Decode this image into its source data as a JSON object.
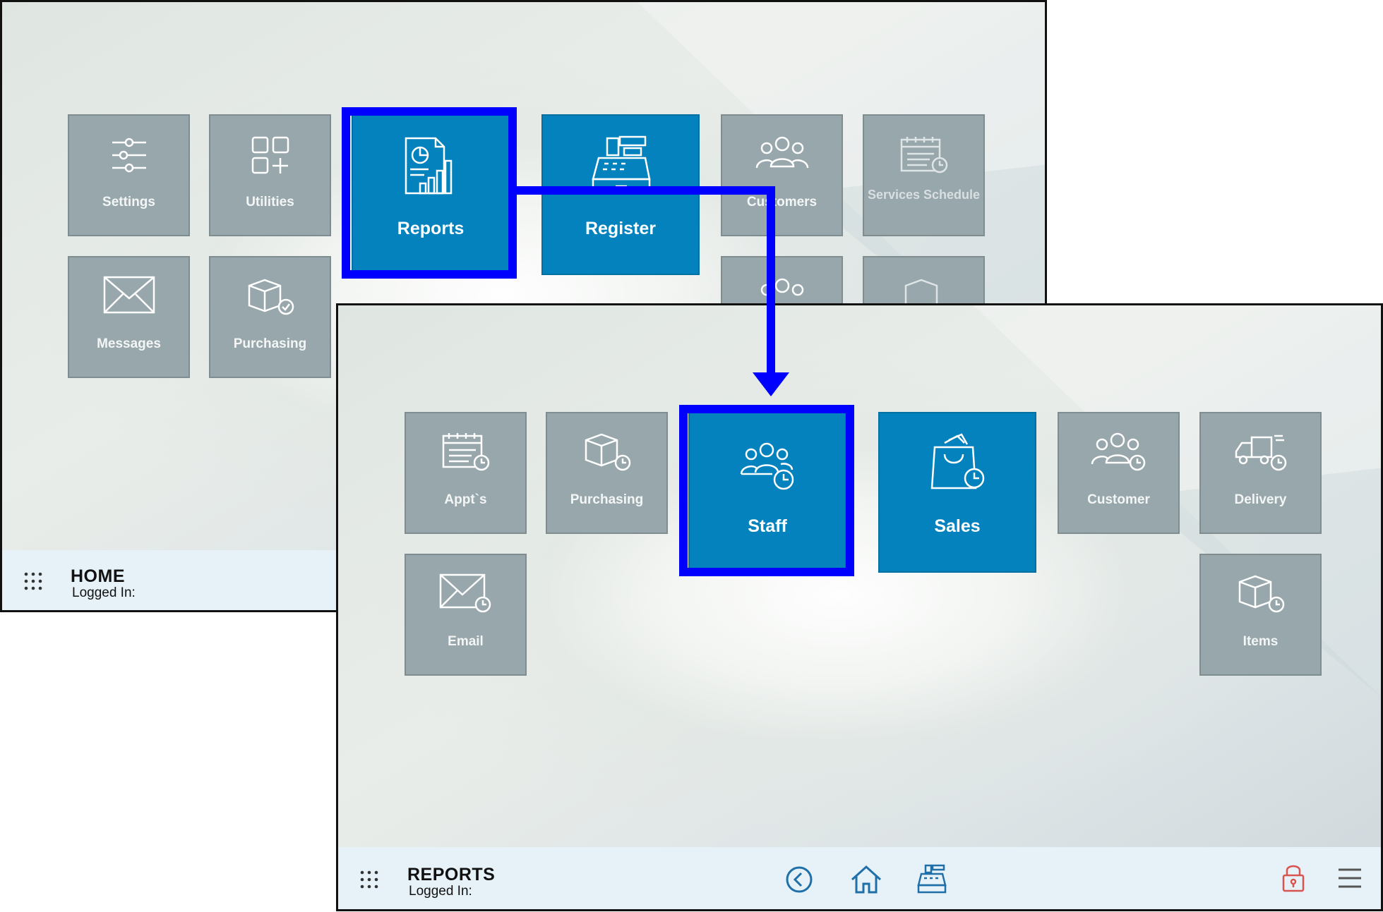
{
  "home_screen": {
    "title": "HOME",
    "logged_in": "Logged In:",
    "tiles": [
      {
        "label": "Settings",
        "icon": "sliders-icon"
      },
      {
        "label": "Utilities",
        "icon": "apps-plus-icon"
      },
      {
        "label": "Reports",
        "icon": "report-chart-icon"
      },
      {
        "label": "Register",
        "icon": "cash-register-icon"
      },
      {
        "label": "Customers",
        "icon": "people-group-icon"
      },
      {
        "label": "Services Schedule",
        "icon": "calendar-clock-icon"
      },
      {
        "label": "Messages",
        "icon": "envelope-icon"
      },
      {
        "label": "Purchasing",
        "icon": "box-check-icon"
      }
    ],
    "selected": "Reports"
  },
  "reports_screen": {
    "title": "REPORTS",
    "logged_in": "Logged In:",
    "tiles": [
      {
        "label": "Appt`s",
        "icon": "calendar-clock-icon"
      },
      {
        "label": "Purchasing",
        "icon": "box-clock-icon"
      },
      {
        "label": "Staff",
        "icon": "staff-clock-icon"
      },
      {
        "label": "Sales",
        "icon": "shopping-bag-clock-icon"
      },
      {
        "label": "Customer",
        "icon": "people-clock-icon"
      },
      {
        "label": "Delivery",
        "icon": "truck-clock-icon"
      },
      {
        "label": "Email",
        "icon": "envelope-clock-icon"
      },
      {
        "label": "Items",
        "icon": "box-clock-icon"
      }
    ],
    "selected": "Staff",
    "toolbar_icons": [
      "back-icon",
      "home-icon",
      "register-icon",
      "lock-icon",
      "menu-icon"
    ]
  },
  "colors": {
    "tile_gray": "#97a7ab",
    "tile_blue": "#0382be",
    "highlight": "#0000ff",
    "bottom_bar": "#e6f2f8",
    "lock": "#d9534f"
  }
}
